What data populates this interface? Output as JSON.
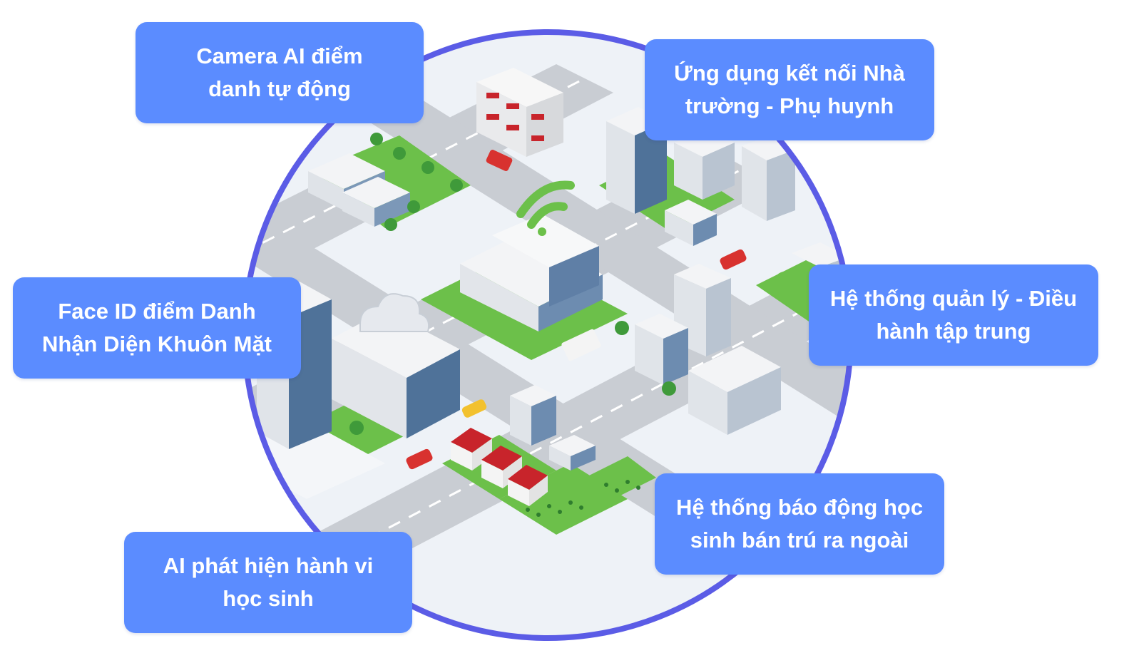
{
  "colors": {
    "box_bg": "#5b8cff",
    "box_text": "#ffffff",
    "ring": "#5b5ce6",
    "grass": "#6cc04a",
    "road": "#c9cdd3",
    "wifi": "#6cc04a",
    "roof_red": "#c8242b"
  },
  "features": {
    "camera": "Camera AI điểm\ndanh tự động",
    "app": "Ứng dụng kết nối Nhà\ntrường - Phụ huynh",
    "faceid": "Face ID điểm Danh\nNhận Diện Khuôn Mặt",
    "system": "Hệ thống quản lý - Điều\nhành tập trung",
    "alarm": "Hệ thống báo động học\nsinh bán trú ra ngoài",
    "behavior": "AI phát hiện hành vi\nhọc sinh"
  },
  "illustration": {
    "icons": [
      "wifi-icon",
      "cloud-icon"
    ]
  }
}
